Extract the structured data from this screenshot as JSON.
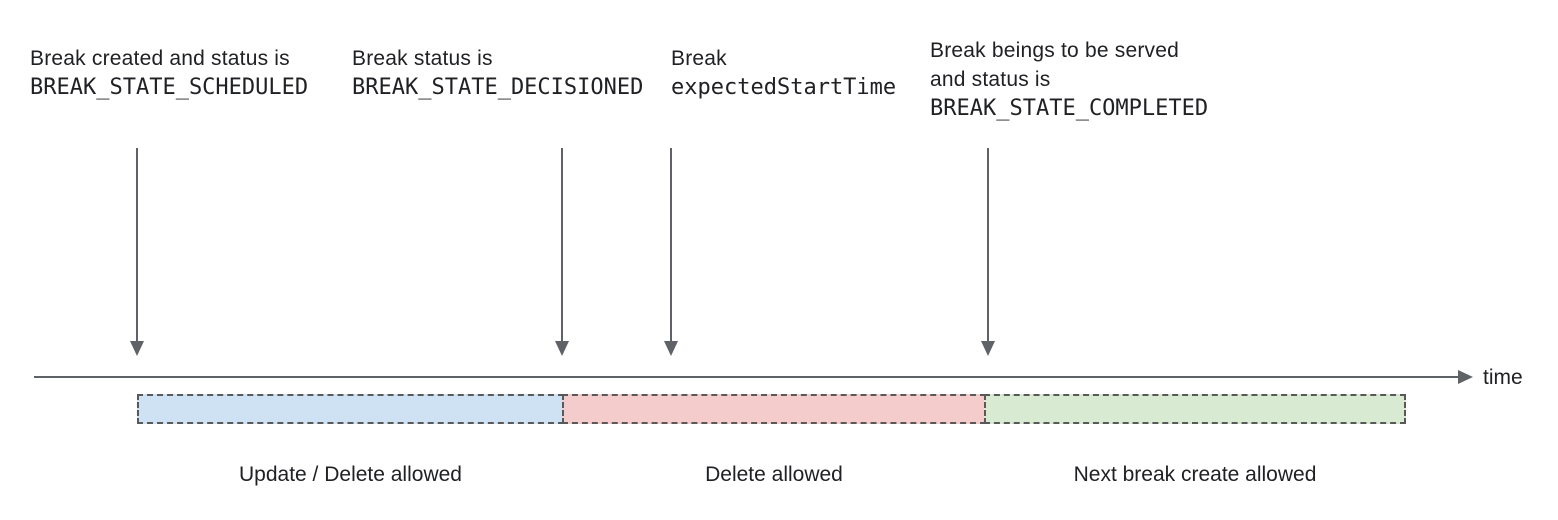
{
  "annotations": [
    {
      "line1": "Break created and status is",
      "line2": "BREAK_STATE_SCHEDULED"
    },
    {
      "line1": "Break status is",
      "line2": "BREAK_STATE_DECISIONED"
    },
    {
      "line1": "Break",
      "line2": "expectedStartTime"
    },
    {
      "line1": "Break beings to be served",
      "line2": "and status is",
      "line3": "BREAK_STATE_COMPLETED"
    }
  ],
  "axis": {
    "label": "time"
  },
  "segments": [
    {
      "label": "Update / Delete allowed",
      "color": "#cfe2f3"
    },
    {
      "label": "Delete allowed",
      "color": "#f4cccc"
    },
    {
      "label": "Next break create allowed",
      "color": "#d9ead3"
    }
  ],
  "colors": {
    "text": "#202124",
    "arrow": "#5f6368",
    "segment_border": "#595959"
  }
}
